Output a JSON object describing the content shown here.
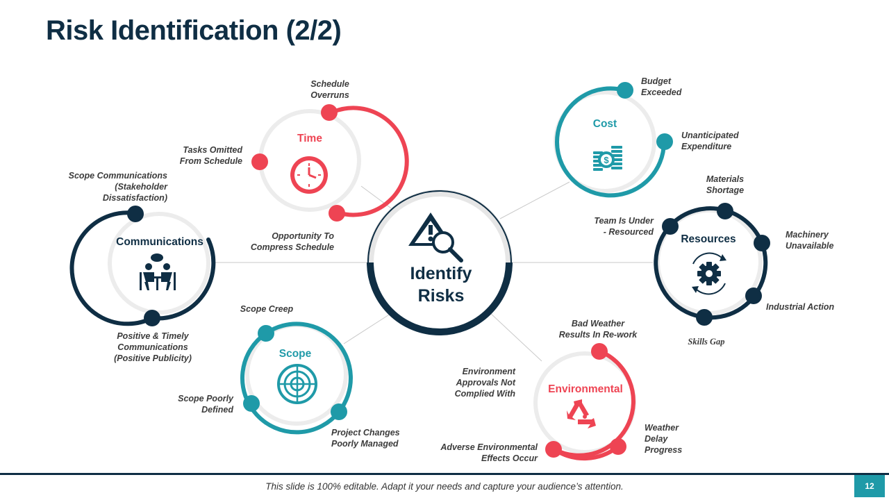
{
  "title": "Risk Identification (2/2)",
  "center": {
    "label": "Identify\nRisks"
  },
  "colors": {
    "navy": "#0f2e44",
    "red": "#ee4453",
    "teal": "#1f9aa8",
    "light": "#e8e8e8"
  },
  "categories": {
    "time": {
      "name": "Time",
      "icon": "clock-icon",
      "color": "#ee4453",
      "points": [
        "Schedule\nOverruns",
        "Tasks Omitted\nFrom Schedule",
        "Opportunity To\nCompress Schedule"
      ]
    },
    "cost": {
      "name": "Cost",
      "icon": "money-icon",
      "color": "#1f9aa8",
      "points": [
        "Budget\nExceeded",
        "Unanticipated\nExpenditure"
      ]
    },
    "communications": {
      "name": "Communications",
      "icon": "meeting-icon",
      "color": "#0f2e44",
      "points": [
        "Scope Communications\n(Stakeholder\nDissatisfaction)",
        "Positive  & Timely\nCommunications\n(Positive Publicity)"
      ]
    },
    "resources": {
      "name": "Resources",
      "icon": "gear-icon",
      "color": "#0f2e44",
      "points": [
        "Materials\nShortage",
        "Team Is Under\n- Resourced",
        "Machinery\nUnavailable",
        "Industrial Action",
        "Skills Gap"
      ]
    },
    "scope": {
      "name": "Scope",
      "icon": "target-icon",
      "color": "#1f9aa8",
      "points": [
        "Scope Creep",
        "Scope Poorly\nDefined",
        "Project Changes\nPoorly Managed"
      ]
    },
    "environmental": {
      "name": "Environmental",
      "icon": "recycle-icon",
      "color": "#ee4453",
      "points": [
        "Bad Weather\nResults In Re-work",
        "Environment\nApprovals Not\nComplied With",
        "Adverse Environmental\nEffects Occur",
        "Weather\nDelay\nProgress"
      ]
    }
  },
  "footer": {
    "text": "This slide is 100% editable.  Adapt it your needs and capture your audience’s attention.",
    "page": "12"
  }
}
